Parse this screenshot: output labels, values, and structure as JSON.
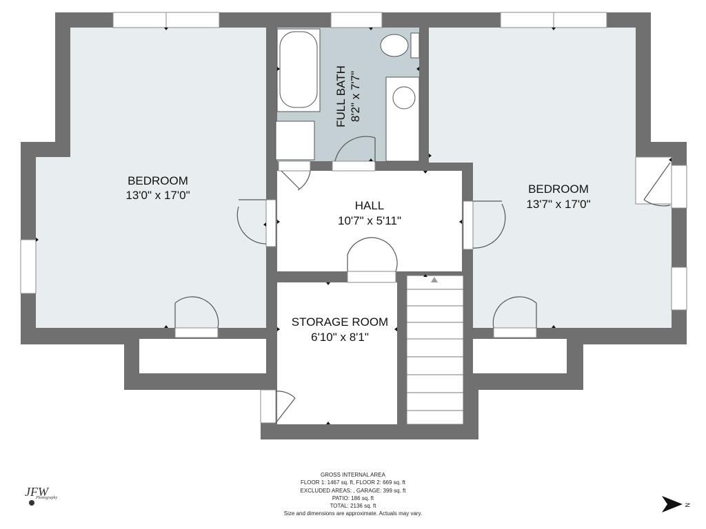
{
  "colors": {
    "wall": "#707070",
    "floor": "#e8eef0",
    "bath_floor": "#c4d0d3",
    "fixture": "#ffffff",
    "line": "#333333"
  },
  "rooms": {
    "bedroom_left": {
      "name": "BEDROOM",
      "dims": "13'0\" x 17'0\""
    },
    "full_bath": {
      "name": "FULL BATH",
      "dims": "8'2\" x 7'7\""
    },
    "bedroom_right": {
      "name": "BEDROOM",
      "dims": "13'7\" x 17'0\""
    },
    "hall": {
      "name": "HALL",
      "dims": "10'7\" x 5'11\""
    },
    "storage": {
      "name": "STORAGE ROOM",
      "dims": "6'10\" x 8'1\""
    }
  },
  "area_summary": {
    "title": "GROSS INTERNAL AREA",
    "floors": "FLOOR 1: 1467 sq. ft, FLOOR 2: 669 sq. ft",
    "excluded": "EXCLUDED AREAS: , GARAGE: 399 sq. ft",
    "patio": "PATIO: 186 sq. ft",
    "total": "TOTAL: 2136 sq. ft",
    "note": "Size and dimensions are approximate. Actuals may vary."
  },
  "logo": {
    "text": "JFW",
    "subtext": "Photography"
  },
  "compass": {
    "label": "N",
    "icon": "north-arrow-icon"
  }
}
